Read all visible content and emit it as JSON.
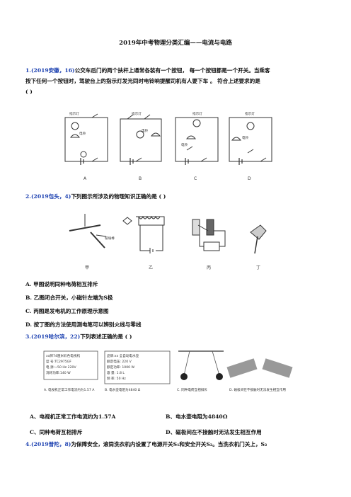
{
  "title": "2019年中考物理分类汇编——电流与电路",
  "q1": {
    "num": "1.",
    "src": "(2019安徽，16)",
    "line1": "公交车后门的两个扶杆上通常各装有一个按钮，  每一个按钮都是一个开关。当乘客",
    "line2": "按下任何一个按钮时，驾驶台上的指示灯发光同时电铃响提醒司机有人要下车 。 符合上述要求的是",
    "line3": "(   )",
    "circuits": [
      {
        "letter": "A",
        "lamp": "指示灯",
        "bell": "电铃"
      },
      {
        "letter": "B",
        "lamp": "指示灯",
        "bell": "电铃"
      },
      {
        "letter": "C",
        "lamp": "指示灯",
        "bell": "电铃"
      },
      {
        "letter": "D",
        "lamp": "指示灯",
        "bell": "电铃"
      }
    ]
  },
  "q2": {
    "num": "2.",
    "src": "(2019包头，4)",
    "text": "下列图示所涉及的物理知识正确的是 (   )",
    "figs": [
      "甲",
      "乙",
      "丙",
      "丁"
    ],
    "rod_label": "玻璃棒",
    "options": [
      "A. 甲图说明同种电荷相互排斥",
      "B. 乙图闭合开关，小磁针左端为S极",
      "C. 丙图是发电机的工作原理示意图",
      "D. 按丁图的方法使用测电笔可以辨别火线与零线"
    ]
  },
  "q3": {
    "num": "3.",
    "src": "(2019哈尔滨，22)",
    "text": "下列表述正确的是 ( )",
    "tv_plate": [
      "xx牌74厘米彩色电视机",
      "型    号:TC2975GF",
      "电    源:~50 Hz  220V",
      "消耗功率:140 W"
    ],
    "kettle_plate": [
      "品牌:xx 全自动电水壶",
      "额定电压: 220 V",
      "额定功率: 1000 W",
      "容    量: 1.8 L",
      "频    率: 50 Hz"
    ],
    "fig_caps": [
      "A. 电视机正常工作电流约为1.57 A",
      "B. 电水壶电阻为4840 Ω",
      "C. 同种电荷互相排斥",
      "D. 磁极间在不接触时无法发生相互作用"
    ],
    "options": [
      "A、电视机正常工作电流约为1.57A",
      "B、电水壶电阻为4840Ω",
      "C、同种电荷互相排斥",
      "D、磁极间在不接触时无法发生相互作用"
    ]
  },
  "q4": {
    "num": "4.",
    "src": "(2019普陀，8)",
    "text": "为保障安全，滚筒洗衣机内设置了电源开关S₁和安全开关S₂。当洗衣机门关上，S₂"
  }
}
